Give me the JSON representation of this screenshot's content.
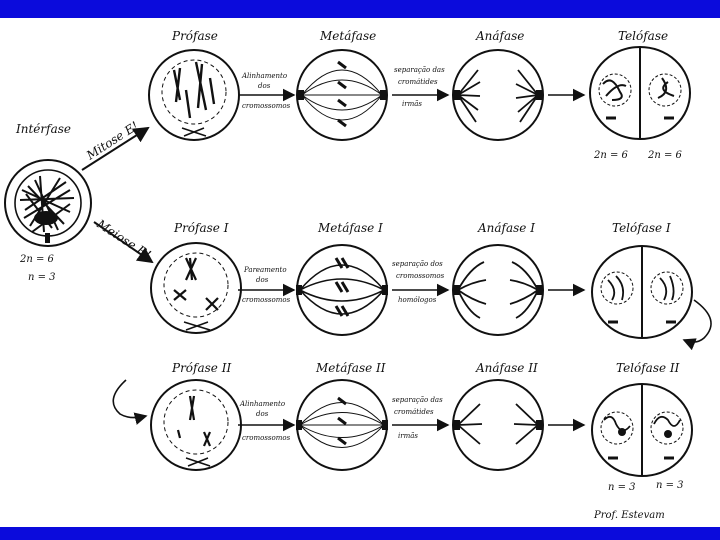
{
  "colors": {
    "frame_bar": "#0b0bdc",
    "ink": "#111111",
    "paper": "#ffffff"
  },
  "interphase": {
    "label": "Intérfase",
    "ploidy": "2n = 6",
    "haploid": "n = 3"
  },
  "branch_labels": {
    "mitosis": "Mitose E!",
    "meiosis": "Meiose R!"
  },
  "mitosis_row": {
    "stages": [
      "Prófase",
      "Metáfase",
      "Anáfase",
      "Telófase"
    ],
    "notes": [
      [
        "Alinhamento",
        "dos",
        "cromossomos"
      ],
      [
        "separação das",
        "cromátides",
        "irmãs"
      ]
    ],
    "counts": [
      "2n = 6",
      "2n = 6"
    ]
  },
  "meiosis1_row": {
    "stages": [
      "Prófase I",
      "Metáfase I",
      "Anáfase I",
      "Telófase I"
    ],
    "notes": [
      [
        "Pareamento",
        "dos",
        "cromossomos"
      ],
      [
        "separação dos",
        "cromossomos",
        "homólogos"
      ]
    ]
  },
  "meiosis2_row": {
    "stages": [
      "Prófase II",
      "Metáfase II",
      "Anáfase II",
      "Telófase II"
    ],
    "notes": [
      [
        "Alinhamento",
        "dos",
        "cromossomos"
      ],
      [
        "separação das",
        "cromátides",
        "irmãs"
      ]
    ],
    "counts": [
      "n = 3",
      "n = 3"
    ]
  },
  "signature": "Prof. Estevam"
}
